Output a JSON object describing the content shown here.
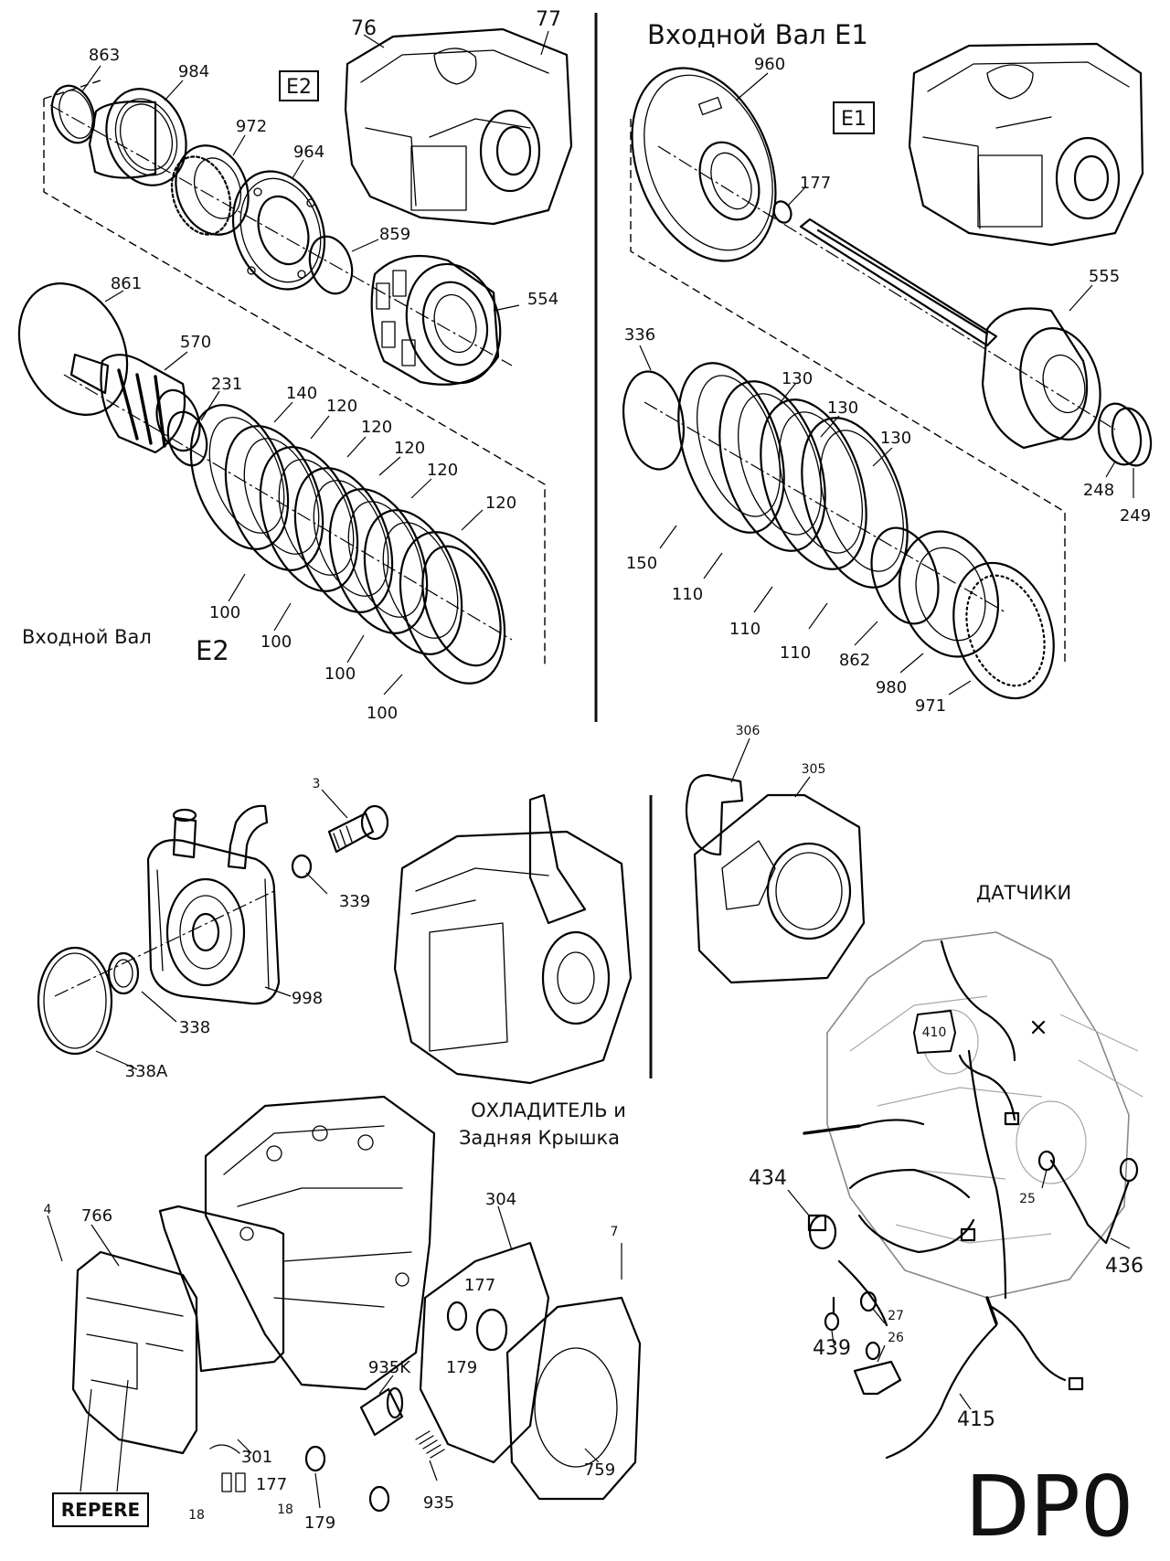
{
  "titles": {
    "input_shaft_e1": "Входной Вал Е1",
    "input_shaft_e2": "Входной Вал",
    "e2_suffix": "Е2",
    "cooler_line1": "ОХЛАДИТЕЛЬ и",
    "cooler_line2": "Задняя Крышка",
    "sensors": "ДАТЧИКИ",
    "model": "DP0"
  },
  "boxes": {
    "e2": "E2",
    "e1": "E1",
    "repere": "REPERE"
  },
  "callouts_e2": {
    "c76": "76",
    "c77": "77",
    "c863": "863",
    "c984": "984",
    "c972": "972",
    "c964": "964",
    "c859": "859",
    "c554": "554",
    "c861": "861",
    "c570": "570",
    "c231": "231",
    "c140": "140",
    "c120a": "120",
    "c120b": "120",
    "c120c": "120",
    "c120d": "120",
    "c120e": "120",
    "c100a": "100",
    "c100b": "100",
    "c100c": "100",
    "c100d": "100"
  },
  "callouts_e1": {
    "c960": "960",
    "c177": "177",
    "c555": "555",
    "c336": "336",
    "c130a": "130",
    "c130b": "130",
    "c130c": "130",
    "c150": "150",
    "c110a": "110",
    "c110b": "110",
    "c110c": "110",
    "c862": "862",
    "c980": "980",
    "c971": "971",
    "c248": "248",
    "c249": "249"
  },
  "callouts_cooler": {
    "c3": "3",
    "c339": "339",
    "c998": "998",
    "c338": "338",
    "c338a": "338A",
    "c4": "4",
    "c766": "766",
    "c304": "304",
    "c7": "7",
    "c177a": "177",
    "c179a": "179",
    "c935k": "935K",
    "c301": "301",
    "c177b": "177",
    "c18a": "18",
    "c18b": "18",
    "c179b": "179",
    "c935": "935",
    "c759": "759"
  },
  "callouts_sensors": {
    "c306": "306",
    "c305": "305",
    "c410": "410",
    "c434": "434",
    "c25": "25",
    "c436": "436",
    "c27": "27",
    "c26": "26",
    "c439": "439",
    "c415": "415"
  },
  "icons": [
    "transmission-housing-icon",
    "clutch-plate-icon",
    "shaft-icon",
    "oil-cooler-icon",
    "sensor-icon",
    "gasket-icon"
  ]
}
